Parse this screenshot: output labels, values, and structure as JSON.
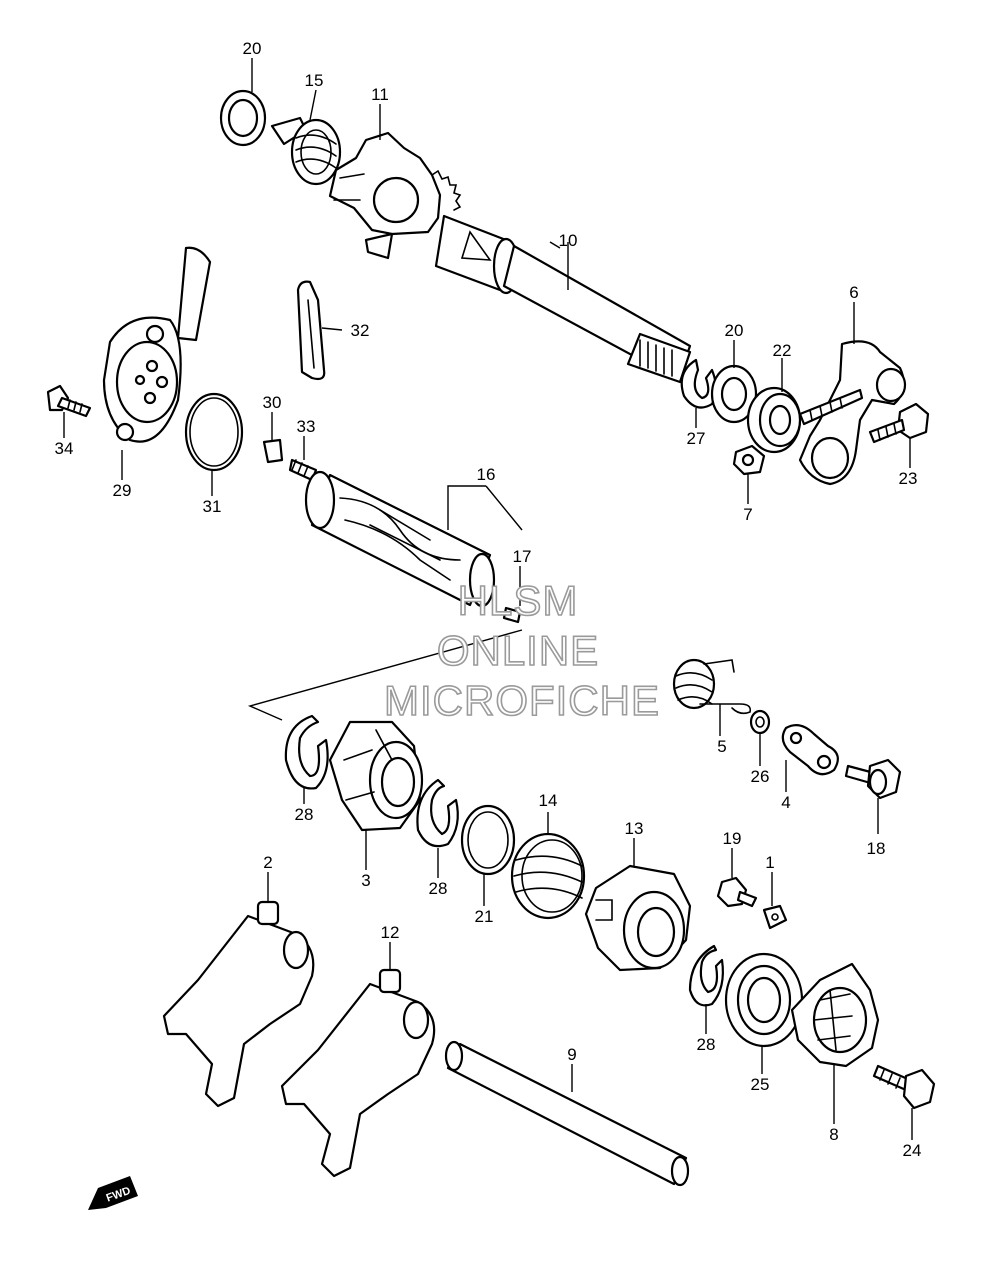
{
  "callouts": [
    "1",
    "2",
    "3",
    "4",
    "5",
    "6",
    "7",
    "8",
    "9",
    "10",
    "11",
    "12",
    "13",
    "14",
    "15",
    "16",
    "17",
    "18",
    "19",
    "20",
    "20",
    "21",
    "22",
    "23",
    "24",
    "25",
    "26",
    "27",
    "28",
    "28",
    "28",
    "29",
    "30",
    "31",
    "32",
    "33",
    "34"
  ],
  "watermark": {
    "line1": "HLSM",
    "line2": "ONLINE",
    "line3": "MICROFICHE"
  },
  "direction_badge": "FWD"
}
